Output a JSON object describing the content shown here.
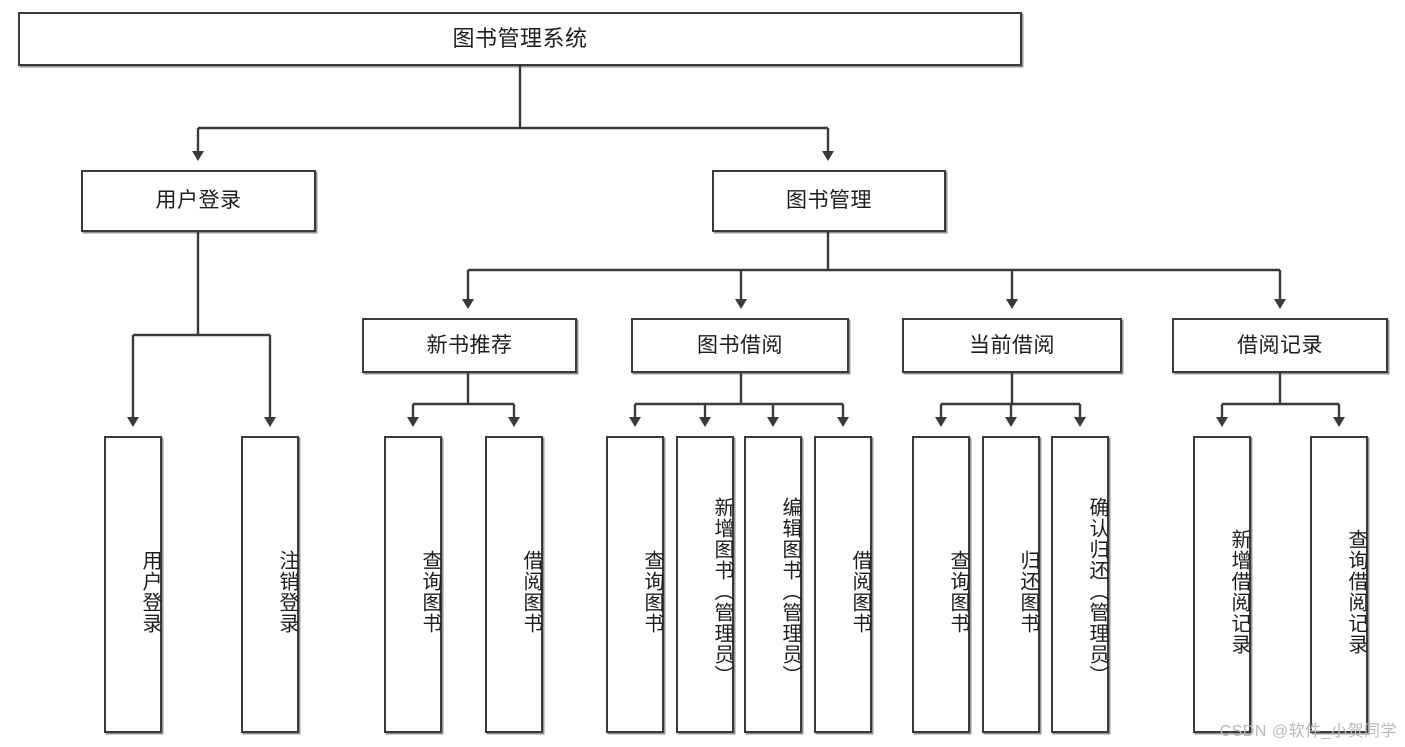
{
  "diagram": {
    "title": "图书管理系统",
    "type": "tree",
    "root": {
      "id": "root",
      "label": "图书管理系统",
      "orientation": "horizontal"
    },
    "levels": [
      {
        "level": 1,
        "nodes": [
          {
            "id": "user-login",
            "label": "用户登录",
            "orientation": "horizontal"
          },
          {
            "id": "book-manage",
            "label": "图书管理",
            "orientation": "horizontal"
          }
        ]
      },
      {
        "level": 2,
        "nodes": [
          {
            "id": "new-book-rec",
            "label": "新书推荐",
            "orientation": "horizontal",
            "parent": "book-manage"
          },
          {
            "id": "book-borrow",
            "label": "图书借阅",
            "orientation": "horizontal",
            "parent": "book-manage"
          },
          {
            "id": "current-borrow",
            "label": "当前借阅",
            "orientation": "horizontal",
            "parent": "book-manage"
          },
          {
            "id": "borrow-record",
            "label": "借阅记录",
            "orientation": "horizontal",
            "parent": "book-manage"
          }
        ]
      },
      {
        "level": 3,
        "nodes": [
          {
            "id": "leaf-user-login",
            "label": "用户登录",
            "orientation": "vertical",
            "parent": "user-login"
          },
          {
            "id": "leaf-logout",
            "label": "注销登录",
            "orientation": "vertical",
            "parent": "user-login"
          },
          {
            "id": "leaf-query-book-1",
            "label": "查询图书",
            "orientation": "vertical",
            "parent": "new-book-rec"
          },
          {
            "id": "leaf-borrow-book-1",
            "label": "借阅图书",
            "orientation": "vertical",
            "parent": "new-book-rec"
          },
          {
            "id": "leaf-query-book-2",
            "label": "查询图书",
            "orientation": "vertical",
            "parent": "book-borrow"
          },
          {
            "id": "leaf-add-book",
            "label": "新增图书（管理员）",
            "orientation": "vertical",
            "parent": "book-borrow"
          },
          {
            "id": "leaf-edit-book",
            "label": "编辑图书（管理员）",
            "orientation": "vertical",
            "parent": "book-borrow"
          },
          {
            "id": "leaf-borrow-book-2",
            "label": "借阅图书",
            "orientation": "vertical",
            "parent": "book-borrow"
          },
          {
            "id": "leaf-query-book-3",
            "label": "查询图书",
            "orientation": "vertical",
            "parent": "current-borrow"
          },
          {
            "id": "leaf-return-book",
            "label": "归还图书",
            "orientation": "vertical",
            "parent": "current-borrow"
          },
          {
            "id": "leaf-confirm-return",
            "label": "确认归还（管理员）",
            "orientation": "vertical",
            "parent": "current-borrow"
          },
          {
            "id": "leaf-add-record",
            "label": "新增借阅记录",
            "orientation": "vertical",
            "parent": "borrow-record"
          },
          {
            "id": "leaf-query-record",
            "label": "查询借阅记录",
            "orientation": "vertical",
            "parent": "borrow-record"
          }
        ]
      }
    ],
    "colors": {
      "box_border": "#3a3a3a",
      "box_fill": "#ffffff",
      "connector": "#3a3a3a",
      "text": "#1d1d1d",
      "watermark": "#b9b9b9",
      "canvas": "#ffffff"
    }
  },
  "watermark": {
    "text": "CSDN @软件_小贺同学"
  }
}
